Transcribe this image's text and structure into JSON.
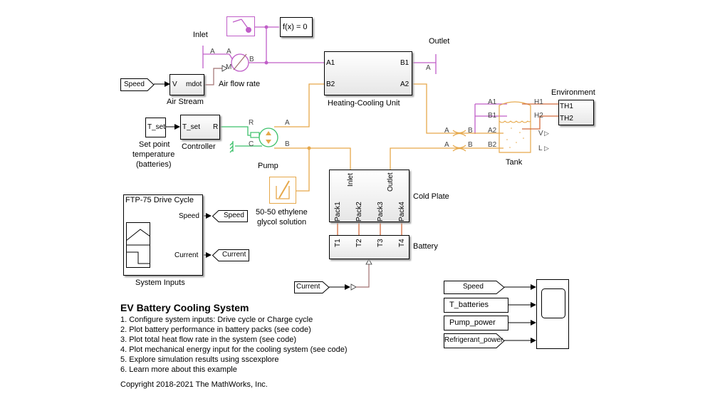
{
  "model": {
    "title": "EV Battery Cooling System",
    "instructions": [
      "1. Configure system inputs: Drive cycle or Charge cycle",
      "2. Plot battery performance in battery packs (see code)",
      "3. Plot total heat flow rate in the system (see code)",
      "4. Plot mechanical energy input for the cooling system (see code)",
      "5. Explore simulation results using sscexplore",
      "6. Learn more about this example"
    ],
    "copyright": "Copyright 2018-2021 The MathWorks, Inc."
  },
  "blocks": {
    "solver": {
      "label": "f(x) = 0"
    },
    "inlet": {
      "label": "Inlet",
      "port": "A"
    },
    "outlet": {
      "label": "Outlet",
      "port": "A"
    },
    "air_flow": {
      "label": "Air flow rate",
      "port_a": "A",
      "port_b": "B",
      "port_m": "M"
    },
    "air_stream": {
      "label": "Air Stream",
      "port_in": "V",
      "port_out": "mdot"
    },
    "speed_from": {
      "label": "Speed"
    },
    "hcu": {
      "label": "Heating-Cooling Unit",
      "ports": [
        "A1",
        "B2",
        "B1",
        "A2"
      ]
    },
    "setpoint": {
      "label_line1": "Set point",
      "label_line2": "temperature",
      "label_line3": "(batteries)",
      "value": "T_set"
    },
    "controller": {
      "label": "Controller",
      "port_in": "T_set",
      "port_out": "R"
    },
    "pump": {
      "label": "Pump",
      "ports": [
        "R",
        "C",
        "A",
        "B"
      ]
    },
    "glycol": {
      "label_line1": "50-50 ethylene",
      "label_line2": "glycol solution"
    },
    "cold_plate": {
      "label": "Cold Plate",
      "top_ports": [
        "Inlet",
        "Outlet"
      ],
      "bottom_ports": [
        "Pack1",
        "Pack2",
        "Pack3",
        "Pack4"
      ]
    },
    "battery": {
      "label": "Battery",
      "ports": [
        "T1",
        "T2",
        "T3",
        "T4"
      ]
    },
    "tank": {
      "label": "Tank",
      "ports": [
        "A1",
        "B1",
        "A2",
        "B2",
        "H1",
        "H2",
        "V",
        "L"
      ]
    },
    "pipe_ab": {
      "a": "A",
      "b": "B"
    },
    "environment": {
      "label": "Environment",
      "ports": [
        "TH1",
        "TH2"
      ]
    },
    "system_inputs": {
      "label": "System Inputs",
      "header": "FTP-75 Drive Cycle",
      "out1": "Speed",
      "out2": "Current"
    },
    "goto_speed": {
      "label": "Speed"
    },
    "goto_current": {
      "label": "Current"
    },
    "from_current": {
      "label": "Current"
    },
    "scope_inputs": [
      "Speed",
      "T_batteries",
      "Pump_power",
      "Refrigerant_power"
    ]
  },
  "colors": {
    "gas": "#c05ec8",
    "thermal_liquid": "#e6a84a",
    "mech": "#3cc06a",
    "thermal": "#d26a3c",
    "signal": "#000000",
    "physical_signal": "#a07070"
  }
}
